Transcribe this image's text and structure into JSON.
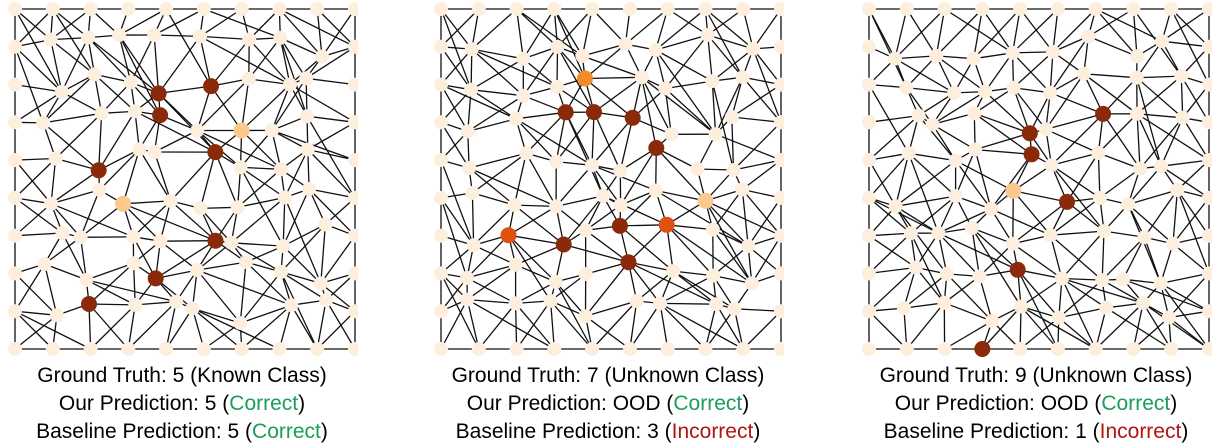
{
  "colors": {
    "edge": "#111111",
    "node_low": "#fdeedd",
    "node_light": "#fbc98e",
    "node_mid": "#f58a2a",
    "node_orange": "#e0500f",
    "node_dark": "#8a2a0a",
    "correct": "#1a9e5a",
    "incorrect": "#b01515"
  },
  "panels": [
    {
      "ground_truth_label": "Ground  Truth:",
      "ground_truth_value": "5 (Known Class)",
      "our_prediction_label": "Our Prediction:",
      "our_prediction_value": "5",
      "our_prediction_status": "Correct",
      "baseline_prediction_label": "Baseline Prediction:",
      "baseline_prediction_value": "5",
      "baseline_prediction_status": "Correct",
      "highlighted_nodes": [
        {
          "i": 3,
          "j": 6,
          "level": "light"
        },
        {
          "i": 4,
          "j": 5,
          "level": "dark"
        },
        {
          "i": 3,
          "j": 4,
          "level": "dark"
        },
        {
          "i": 2,
          "j": 5,
          "level": "dark"
        },
        {
          "i": 2,
          "j": 4,
          "level": "dark"
        },
        {
          "i": 5,
          "j": 3,
          "level": "light"
        },
        {
          "i": 4,
          "j": 2,
          "level": "dark"
        },
        {
          "i": 6,
          "j": 5,
          "level": "dark"
        },
        {
          "i": 7,
          "j": 4,
          "level": "dark"
        },
        {
          "i": 8,
          "j": 2,
          "level": "dark"
        }
      ]
    },
    {
      "ground_truth_label": "Ground  Truth:",
      "ground_truth_value": "7 (Unknown Class)",
      "our_prediction_label": "Our Prediction:",
      "our_prediction_value": "OOD",
      "our_prediction_status": "Correct",
      "baseline_prediction_label": "Baseline Prediction:",
      "baseline_prediction_value": "3",
      "baseline_prediction_status": "Incorrect",
      "highlighted_nodes": [
        {
          "i": 3,
          "j": 3,
          "level": "dark"
        },
        {
          "i": 2,
          "j": 4,
          "level": "mid"
        },
        {
          "i": 3,
          "j": 4,
          "level": "dark"
        },
        {
          "i": 3,
          "j": 5,
          "level": "dark"
        },
        {
          "i": 4,
          "j": 6,
          "level": "dark"
        },
        {
          "i": 5,
          "j": 7,
          "level": "light"
        },
        {
          "i": 6,
          "j": 6,
          "level": "orange"
        },
        {
          "i": 6,
          "j": 5,
          "level": "dark"
        },
        {
          "i": 6,
          "j": 3,
          "level": "dark"
        },
        {
          "i": 6,
          "j": 2,
          "level": "orange"
        },
        {
          "i": 7,
          "j": 5,
          "level": "dark"
        }
      ]
    },
    {
      "ground_truth_label": "Ground  Truth:",
      "ground_truth_value": "9 (Unknown Class)",
      "our_prediction_label": "Our Prediction:",
      "our_prediction_value": "OOD",
      "our_prediction_status": "Correct",
      "baseline_prediction_label": "Baseline Prediction:",
      "baseline_prediction_value": "1",
      "baseline_prediction_status": "Incorrect",
      "highlighted_nodes": [
        {
          "i": 3,
          "j": 4,
          "level": "dark"
        },
        {
          "i": 3,
          "j": 6,
          "level": "dark"
        },
        {
          "i": 4,
          "j": 4,
          "level": "dark"
        },
        {
          "i": 5,
          "j": 5,
          "level": "dark"
        },
        {
          "i": 5,
          "j": 4,
          "level": "light"
        },
        {
          "i": 7,
          "j": 4,
          "level": "dark"
        },
        {
          "i": 9,
          "j": 3,
          "level": "dark"
        }
      ]
    }
  ]
}
